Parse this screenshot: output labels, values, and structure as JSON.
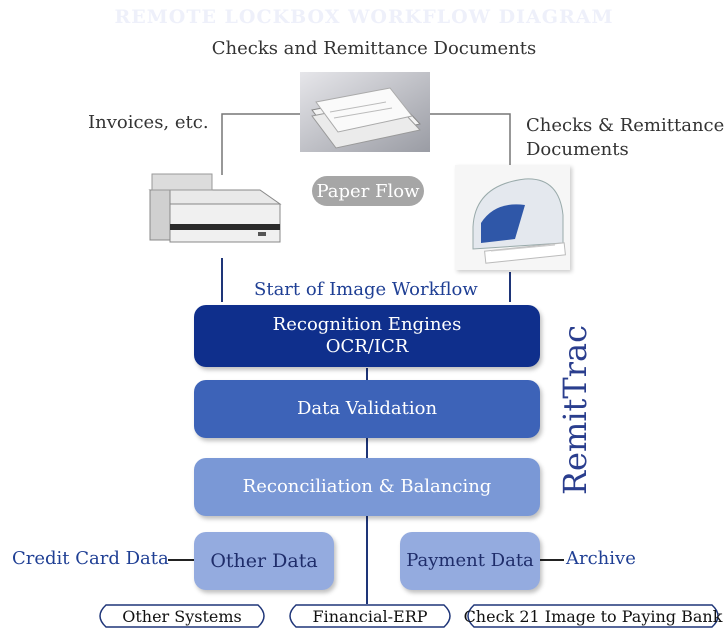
{
  "diagram": {
    "title": "REMOTE LOCKBOX WORKFLOW DIAGRAM",
    "top_label": "Checks and Remittance Documents",
    "left_label": "Invoices, etc.",
    "right_label_line1": "Checks & Remittance",
    "right_label_line2": "Documents",
    "paper_flow": "Paper Flow",
    "start_label": "Start of Image Workflow",
    "recognition_line1": "Recognition Engines",
    "recognition_line2": "OCR/ICR",
    "validation": "Data Validation",
    "reconciliation": "Reconciliation & Balancing",
    "brand_vertical": "RemitTrac",
    "other_data": "Other Data",
    "payment_data": "Payment Data",
    "credit_card": "Credit Card Data",
    "archive": "Archive",
    "outputs": [
      "Other  Systems",
      "Financial-ERP",
      "Check 21 Image to Paying Bank"
    ]
  },
  "colors": {
    "recognition": "#0f2f8c",
    "validation": "#3d63b8",
    "reconciliation": "#7a98d6",
    "data_boxes": "#94abdf",
    "connector": "#1e3578",
    "paper_flow_pill": "#a6a6a6"
  },
  "icons": [
    "paper-stack-icon",
    "document-scanner-icon",
    "check-scanner-icon"
  ]
}
